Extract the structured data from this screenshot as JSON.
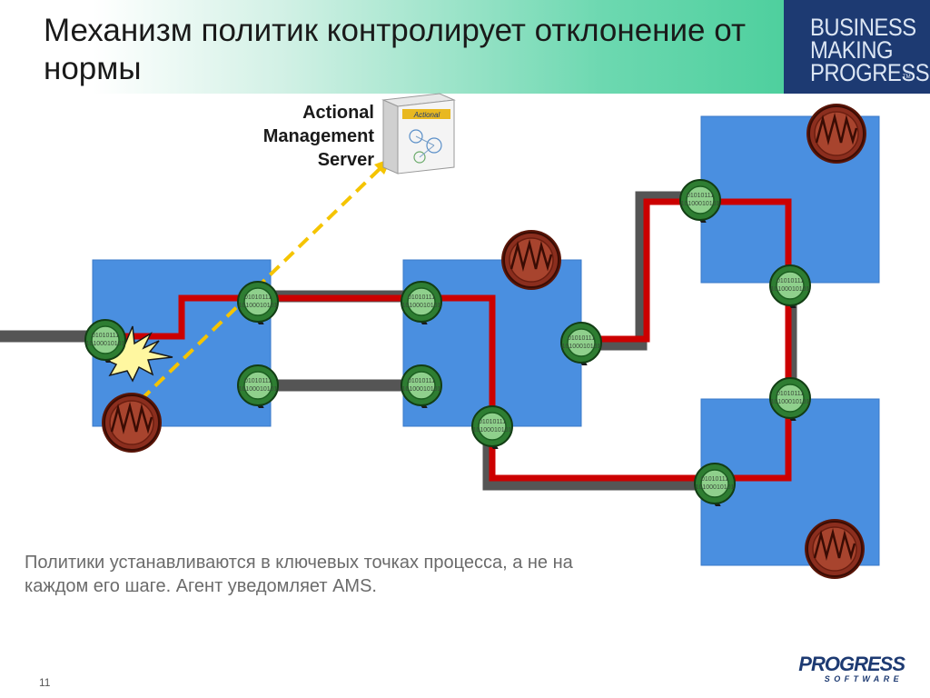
{
  "slide": {
    "title": "Механизм политик контролирует отклонение от нормы",
    "brand": {
      "line1": "BUSINESS",
      "line2": "MAKING",
      "line3": "PROGRESS",
      "tm": "TM"
    },
    "server_label": {
      "line1": "Actional",
      "line2": "Management",
      "line3": "Server"
    },
    "server_box_text": "Actional",
    "caption": "Политики устанавливаются в ключевых точках процесса, а не на каждом его шаге. Агент уведомляет AMS.",
    "page_number": "11",
    "logo": {
      "word": "PROGRESS",
      "subword": "SOFTWARE"
    },
    "agent_binary": {
      "line1": "01010111",
      "line2": "10100010101"
    }
  },
  "colors": {
    "header_accent": "#36c98f",
    "brand_panel": "#1d3a72",
    "node_box": "#4a8fe0",
    "flow_red": "#cc0000",
    "flow_gray": "#555555",
    "agent_green": "#2e7d32",
    "policy_brown": "#8b2e1e",
    "notify_line": "#f5c400"
  },
  "icons": [
    "magnifier-agent-icon",
    "policy-seal-icon",
    "alert-burst-icon",
    "server-box-icon"
  ]
}
